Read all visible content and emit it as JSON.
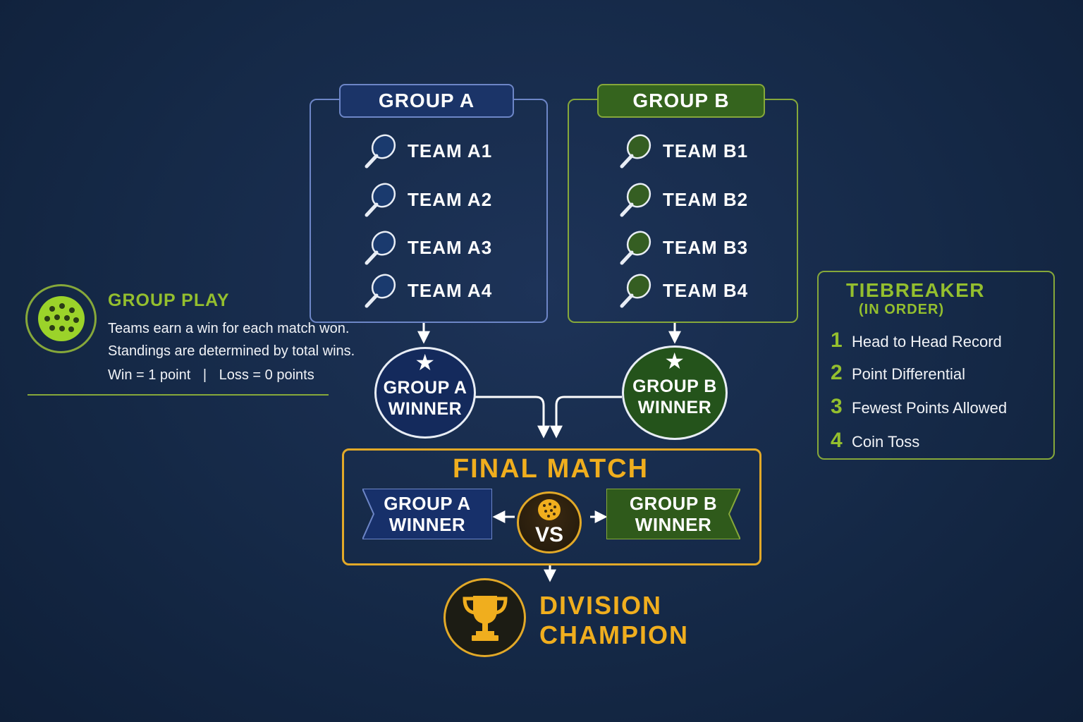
{
  "group_a": {
    "title": "GROUP A",
    "teams": [
      "TEAM A1",
      "TEAM A2",
      "TEAM A3",
      "TEAM A4"
    ],
    "winner_label_line1": "GROUP A",
    "winner_label_line2": "WINNER",
    "color": "#1b3468"
  },
  "group_b": {
    "title": "GROUP B",
    "teams": [
      "TEAM B1",
      "TEAM B2",
      "TEAM B3",
      "TEAM B4"
    ],
    "winner_label_line1": "GROUP B",
    "winner_label_line2": "WINNER",
    "color": "#35641e"
  },
  "final_match": {
    "title": "FINAL MATCH",
    "left_line1": "GROUP A",
    "left_line2": "WINNER",
    "vs": "VS",
    "right_line1": "GROUP B",
    "right_line2": "WINNER",
    "accent": "#f0ae1e"
  },
  "champion": {
    "line1": "DIVISION",
    "line2": "CHAMPION",
    "icon": "trophy-icon"
  },
  "group_play": {
    "title": "GROUP PLAY",
    "line1": "Teams earn a win for each match won.",
    "line2": "Standings are determined by total wins.",
    "win_rule": "Win = 1 point",
    "separator": "|",
    "loss_rule": "Loss = 0 points",
    "icon": "pickleball-icon"
  },
  "tiebreaker": {
    "title": "TIEBREAKER",
    "subtitle": "(IN ORDER)",
    "items": [
      {
        "num": "1",
        "label": "Head to Head Record"
      },
      {
        "num": "2",
        "label": "Point Differential"
      },
      {
        "num": "3",
        "label": "Fewest Points Allowed"
      },
      {
        "num": "4",
        "label": "Coin Toss"
      }
    ]
  }
}
